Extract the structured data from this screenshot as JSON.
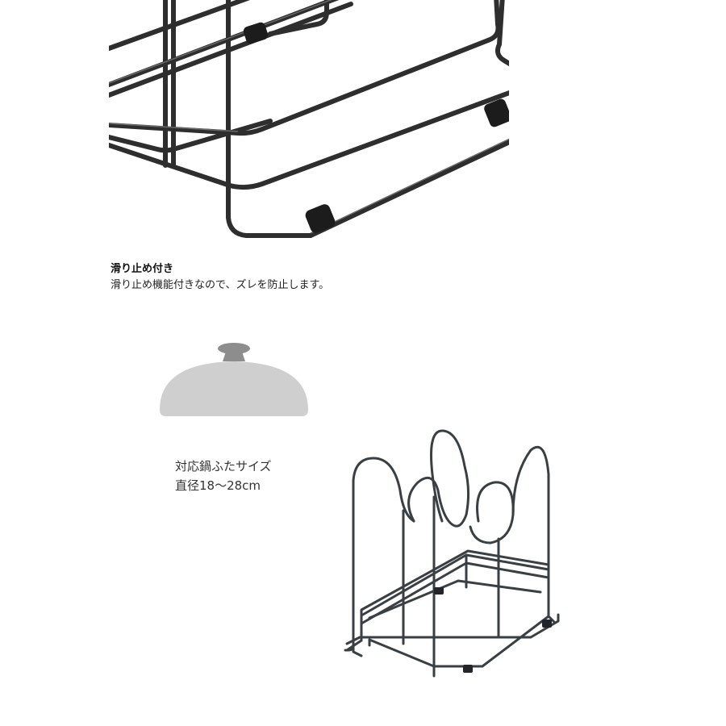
{
  "feature": {
    "title": "滑り止め付き",
    "description": "滑り止め機能付きなので、ズレを防止します。"
  },
  "size_info": {
    "line1": "対応鍋ふたサイズ",
    "line2": "直径18〜28cm"
  },
  "colors": {
    "wire": "#2b2b2b",
    "lid_fill": "#cfcfcf",
    "knob_fill": "#8d8d8d",
    "drawing_wire": "#3a3f44"
  }
}
